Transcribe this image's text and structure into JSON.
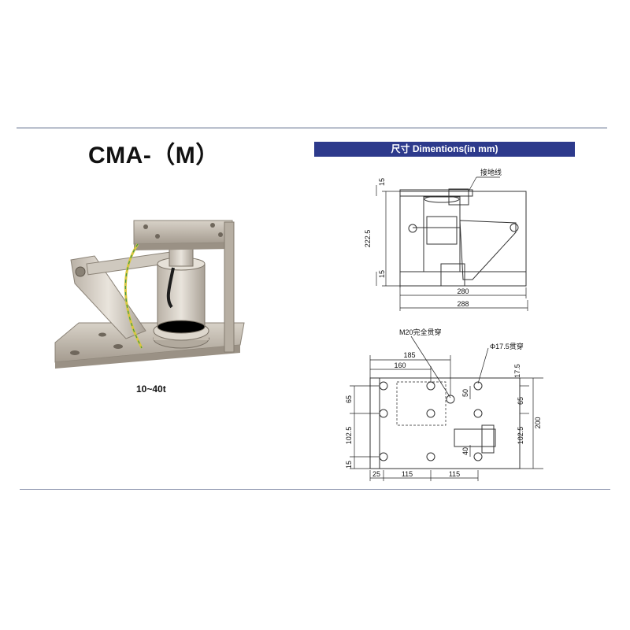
{
  "product": {
    "title": "CMA-（M）",
    "capacity": "10~40t"
  },
  "dimensions": {
    "header": "尺寸 Dimentions(in mm)",
    "side_view": {
      "ground_wire_label": "接地线",
      "height_total": "222.5",
      "top_offset": "15",
      "bottom_offset": "15",
      "width_inner": "280",
      "width_outer": "288"
    },
    "top_view": {
      "hole_m20_label": "M20完全贯穿",
      "hole_phi_label": "Φ17.5贯穿",
      "width_185": "185",
      "width_160": "160",
      "left_65": "65",
      "left_102_5": "102.5",
      "left_15": "15",
      "right_17_5": "17.5",
      "right_65": "65",
      "right_102_5": "102.5",
      "right_200": "200",
      "inner_50": "50",
      "inner_40": "40",
      "bottom_25": "25",
      "bottom_115_a": "115",
      "bottom_115_b": "115"
    }
  },
  "colors": {
    "header_bg": "#2d3a8c",
    "steel": "#c9c2b8",
    "ground_wire_yellow": "#d8c640",
    "ground_wire_green": "#3f9a4a"
  }
}
